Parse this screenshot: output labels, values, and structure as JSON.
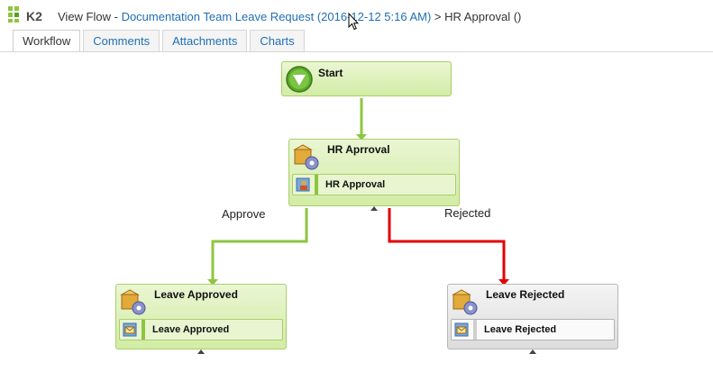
{
  "header": {
    "logo_text": "K2",
    "view_flow_label": "View Flow - ",
    "process_link": "Documentation Team Leave Request (2016-12-12 5:16 AM)",
    "separator": " > ",
    "current": "HR Approval ()"
  },
  "tabs": [
    {
      "label": "Workflow",
      "active": true
    },
    {
      "label": "Comments",
      "active": false
    },
    {
      "label": "Attachments",
      "active": false
    },
    {
      "label": "Charts",
      "active": false
    }
  ],
  "workflow": {
    "start": {
      "title": "Start"
    },
    "hr_approval": {
      "title": "HR Aprroval",
      "event": "HR Approval"
    },
    "leave_approved": {
      "title": "Leave Approved",
      "event": "Leave Approved"
    },
    "leave_rejected": {
      "title": "Leave Rejected",
      "event": "Leave Rejected"
    },
    "lines": {
      "approve": "Approve",
      "rejected": "Rejected"
    }
  },
  "colors": {
    "approve_line": "#8dc63f",
    "reject_line": "#e30000",
    "link": "#1f6fb5"
  }
}
